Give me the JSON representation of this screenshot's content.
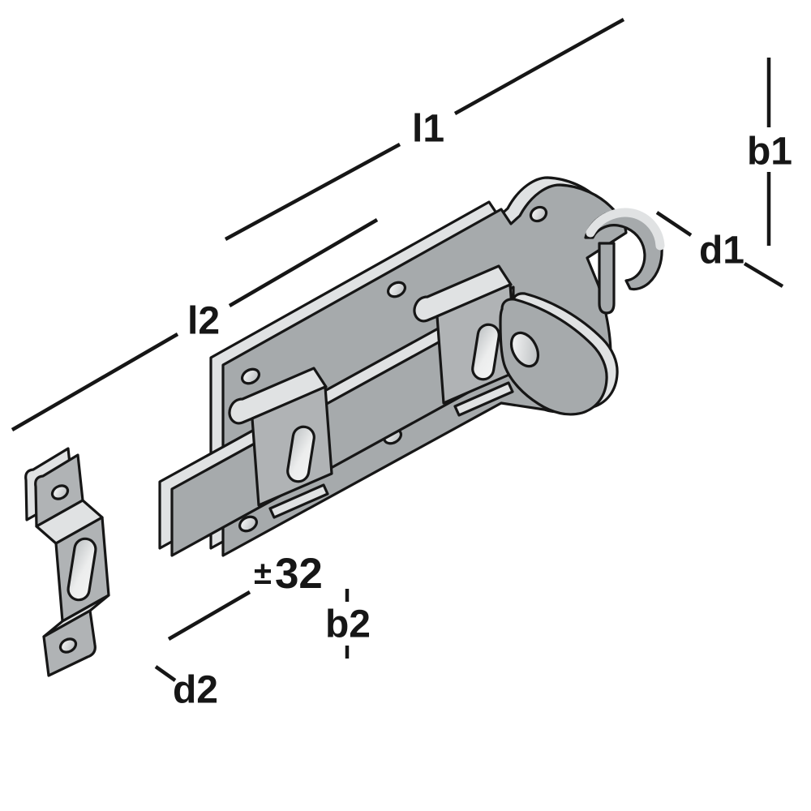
{
  "figure": {
    "type": "technical-line-drawing",
    "subject": "slide-bolt-with-keeper",
    "background_color": "#ffffff",
    "outline_color": "#161616",
    "metal_face_color": "#a6aaac",
    "metal_bracket_color": "#b0b3b5",
    "metal_highlight_color": "#e0e2e3",
    "labels": {
      "l1": "l1",
      "l2": "l2",
      "b1": "b1",
      "d1": "d1",
      "b2": "b2",
      "d2": "d2",
      "offset_prefix": "±",
      "offset_value": "32"
    }
  }
}
